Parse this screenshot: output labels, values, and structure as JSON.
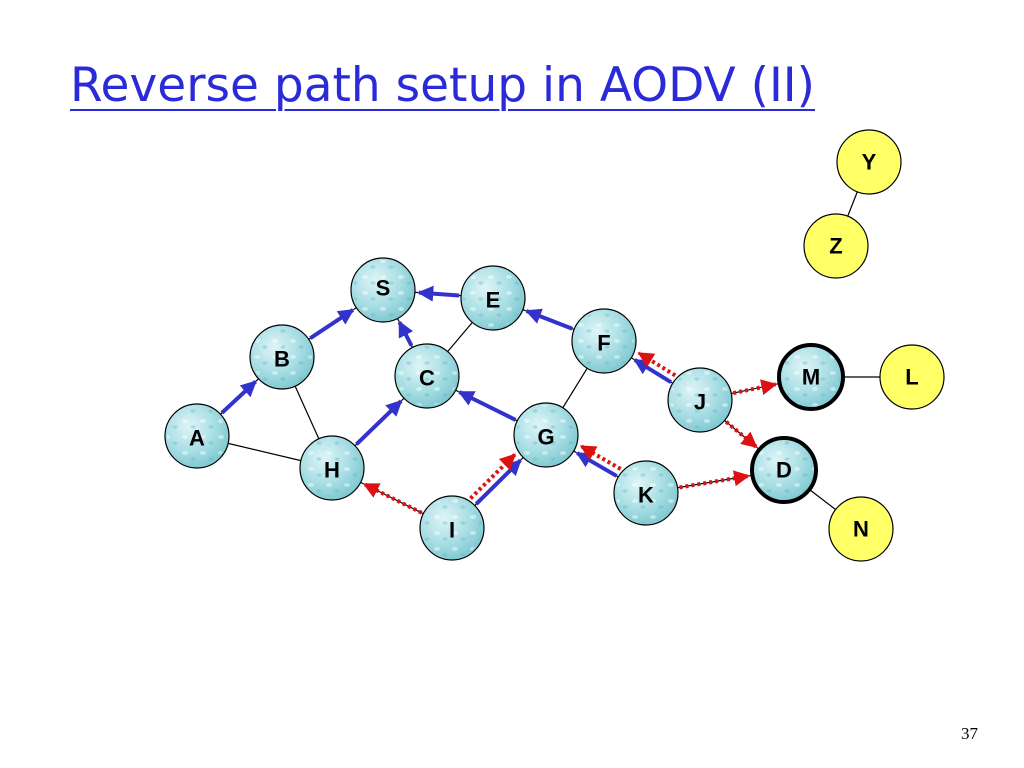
{
  "slide": {
    "title": "Reverse path setup in AODV (II)",
    "page_number": "37"
  },
  "colors": {
    "title": "#2a2ad8",
    "reverse_path_arrow": "#3333cc",
    "forwarded_rreq_arrow": "#dd1111",
    "link": "#000000",
    "node_fill": "#a9dfe5",
    "node_outside_fill": "#ffff66"
  },
  "nodes": [
    {
      "id": "S",
      "label": "S",
      "style": "water"
    },
    {
      "id": "E",
      "label": "E",
      "style": "water"
    },
    {
      "id": "B",
      "label": "B",
      "style": "water"
    },
    {
      "id": "C",
      "label": "C",
      "style": "water"
    },
    {
      "id": "F",
      "label": "F",
      "style": "water"
    },
    {
      "id": "A",
      "label": "A",
      "style": "water"
    },
    {
      "id": "H",
      "label": "H",
      "style": "water"
    },
    {
      "id": "G",
      "label": "G",
      "style": "water"
    },
    {
      "id": "J",
      "label": "J",
      "style": "water"
    },
    {
      "id": "I",
      "label": "I",
      "style": "water"
    },
    {
      "id": "K",
      "label": "K",
      "style": "water"
    },
    {
      "id": "M",
      "label": "M",
      "style": "water-bold"
    },
    {
      "id": "D",
      "label": "D",
      "style": "water-bold"
    },
    {
      "id": "Y",
      "label": "Y",
      "style": "yellow"
    },
    {
      "id": "Z",
      "label": "Z",
      "style": "yellow"
    },
    {
      "id": "L",
      "label": "L",
      "style": "yellow"
    },
    {
      "id": "N",
      "label": "N",
      "style": "yellow"
    }
  ],
  "links": [
    {
      "from": "A",
      "to": "B"
    },
    {
      "from": "A",
      "to": "H"
    },
    {
      "from": "B",
      "to": "S"
    },
    {
      "from": "B",
      "to": "H"
    },
    {
      "from": "S",
      "to": "E"
    },
    {
      "from": "S",
      "to": "C"
    },
    {
      "from": "E",
      "to": "C"
    },
    {
      "from": "E",
      "to": "F"
    },
    {
      "from": "C",
      "to": "H"
    },
    {
      "from": "C",
      "to": "G"
    },
    {
      "from": "F",
      "to": "G"
    },
    {
      "from": "F",
      "to": "J"
    },
    {
      "from": "H",
      "to": "I"
    },
    {
      "from": "I",
      "to": "G"
    },
    {
      "from": "G",
      "to": "K"
    },
    {
      "from": "J",
      "to": "M"
    },
    {
      "from": "J",
      "to": "D"
    },
    {
      "from": "K",
      "to": "D"
    },
    {
      "from": "M",
      "to": "L"
    },
    {
      "from": "D",
      "to": "N"
    },
    {
      "from": "Y",
      "to": "Z"
    }
  ],
  "reverse_path_arrows": [
    {
      "from": "A",
      "to": "B"
    },
    {
      "from": "B",
      "to": "S"
    },
    {
      "from": "C",
      "to": "S"
    },
    {
      "from": "E",
      "to": "S"
    },
    {
      "from": "F",
      "to": "E"
    },
    {
      "from": "H",
      "to": "C"
    },
    {
      "from": "G",
      "to": "C"
    },
    {
      "from": "J",
      "to": "F"
    },
    {
      "from": "I",
      "to": "G"
    },
    {
      "from": "K",
      "to": "G"
    }
  ],
  "forwarded_rreq_arrows": [
    {
      "from": "J",
      "to": "F"
    },
    {
      "from": "J",
      "to": "M"
    },
    {
      "from": "J",
      "to": "D"
    },
    {
      "from": "K",
      "to": "D"
    },
    {
      "from": "K",
      "to": "G"
    },
    {
      "from": "I",
      "to": "H"
    },
    {
      "from": "I",
      "to": "G"
    }
  ]
}
